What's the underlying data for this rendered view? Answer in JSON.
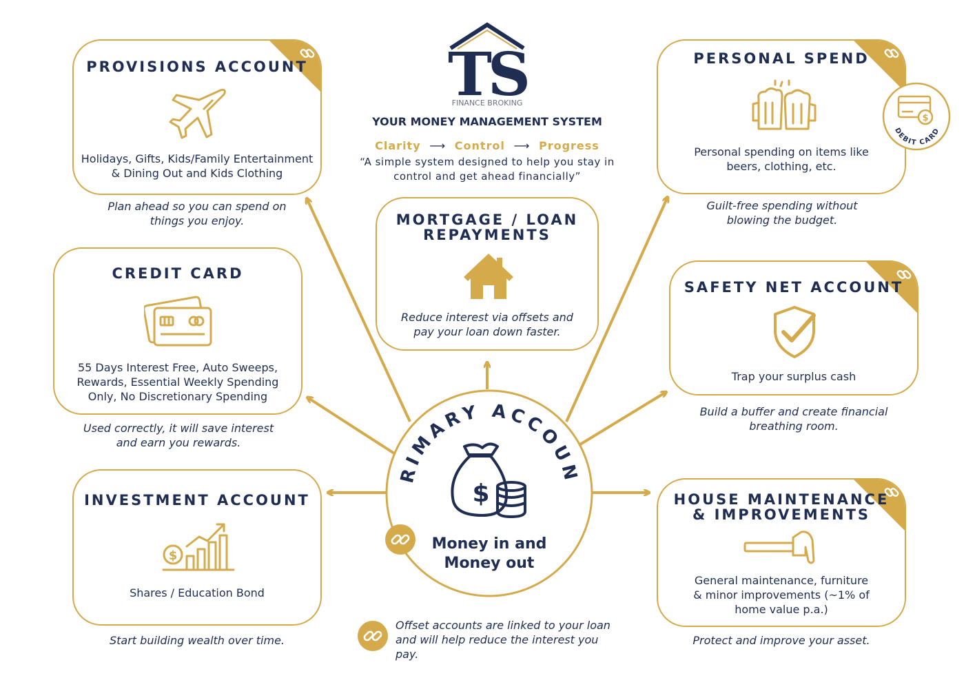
{
  "colors": {
    "gold": "#d4aa4b",
    "navy": "#1f2d52"
  },
  "brand": {
    "logo_letters": "TS",
    "logo_sub": "FINANCE BROKING",
    "system_title": "YOUR MONEY MANAGEMENT SYSTEM",
    "flow": [
      "Clarity",
      "Control",
      "Progress"
    ],
    "flow_arrow": "⟶",
    "quote": "“A simple system designed to help you stay in control and get ahead financially”"
  },
  "center": {
    "arc_text": "PRIMARY ACCOUNT",
    "line1": "Money in and",
    "line2": "Money out",
    "icon": "money-bag-coins-icon"
  },
  "boxes": {
    "provisions": {
      "title": "PROVISIONS ACCOUNT",
      "icon": "airplane-icon",
      "desc": "Holidays, Gifts, Kids/Family Entertainment & Dining Out and Kids Clothing",
      "note": "Plan ahead so you can spend on things you enjoy.",
      "linked": true
    },
    "credit": {
      "title": "CREDIT CARD",
      "icon": "credit-card-icon",
      "desc": "55 Days Interest Free, Auto Sweeps, Rewards, Essential Weekly Spending Only, No Discretionary Spending",
      "note": "Used correctly, it will save interest and earn you rewards.",
      "linked": false
    },
    "investment": {
      "title": "INVESTMENT ACCOUNT",
      "icon": "growth-chart-icon",
      "desc": "Shares / Education Bond",
      "note": "Start building wealth over time.",
      "linked": false
    },
    "mortgage": {
      "title_line1": "MORTGAGE / LOAN",
      "title_line2": "REPAYMENTS",
      "icon": "house-icon",
      "desc": "Reduce interest via offsets and pay your loan down faster.",
      "linked": false
    },
    "personal": {
      "title": "PERSONAL SPEND",
      "icon": "beer-mugs-icon",
      "desc": "Personal spending on items like beers, clothing, etc.",
      "note": "Guilt-free spending without blowing the budget.",
      "badge": "DEBIT CARD",
      "linked": true
    },
    "safety": {
      "title": "SAFETY NET ACCOUNT",
      "icon": "shield-check-icon",
      "desc": "Trap your surplus cash",
      "note": "Build a buffer and create financial breathing room.",
      "linked": true
    },
    "house": {
      "title_line1": "HOUSE MAINTENANCE",
      "title_line2": "& IMPROVEMENTS",
      "icon": "hammer-icon",
      "desc": "General maintenance, furniture & minor improvements (~1% of home value p.a.)",
      "note": "Protect and improve your asset.",
      "linked": true
    }
  },
  "offset_note": "Offset accounts are linked to your loan and will help reduce the interest you pay."
}
